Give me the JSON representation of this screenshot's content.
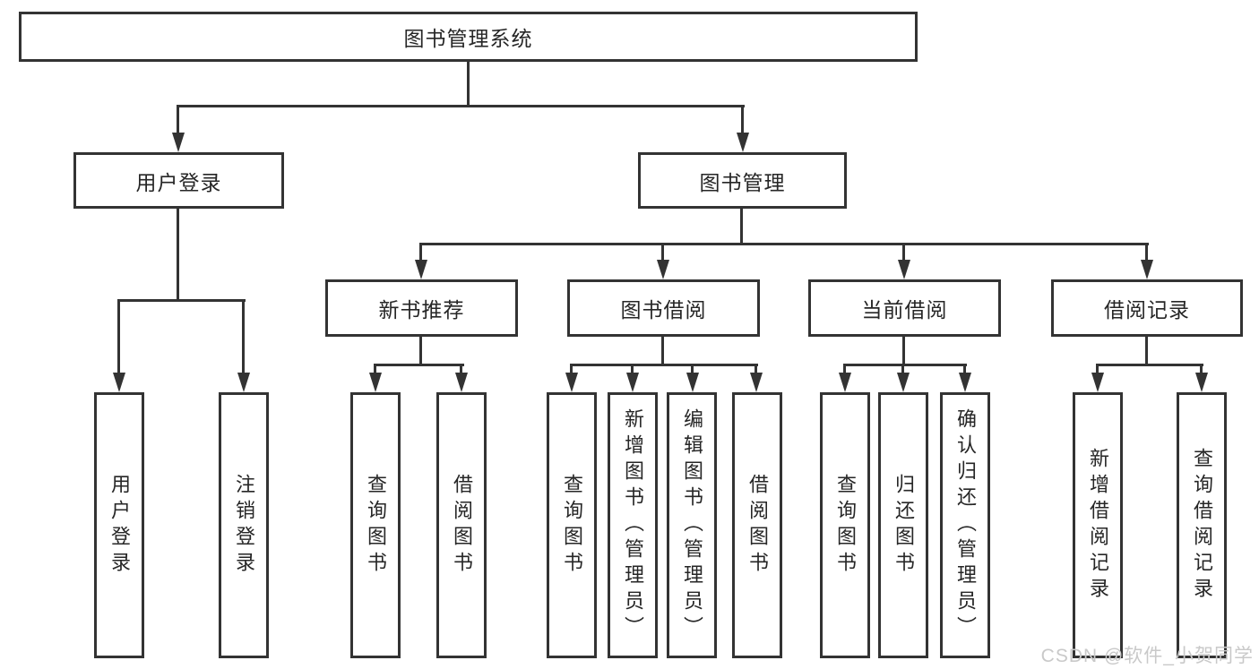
{
  "diagram": {
    "root": {
      "label": "图书管理系统"
    },
    "user_login": {
      "label": "用户登录",
      "children": {
        "login": "用户登录",
        "logout": "注销登录"
      }
    },
    "book_mgmt": {
      "label": "图书管理",
      "new_book": {
        "label": "新书推荐",
        "children": {
          "query": "查询图书",
          "borrow": "借阅图书"
        }
      },
      "book_borrow": {
        "label": "图书借阅",
        "children": {
          "query": "查询图书",
          "add": "新增图书（管理员）",
          "edit": "编辑图书（管理员）",
          "borrow": "借阅图书"
        }
      },
      "current_borrow": {
        "label": "当前借阅",
        "children": {
          "query": "查询图书",
          "return": "归还图书",
          "confirm": "确认归还（管理员）"
        }
      },
      "borrow_record": {
        "label": "借阅记录",
        "children": {
          "add": "新增借阅记录",
          "query": "查询借阅记录"
        }
      }
    }
  },
  "watermark": "CSDN @软件_小贺同学",
  "colors": {
    "line": "#333333",
    "text": "#262626",
    "watermark": "#c9c9c9",
    "background": "#ffffff"
  }
}
